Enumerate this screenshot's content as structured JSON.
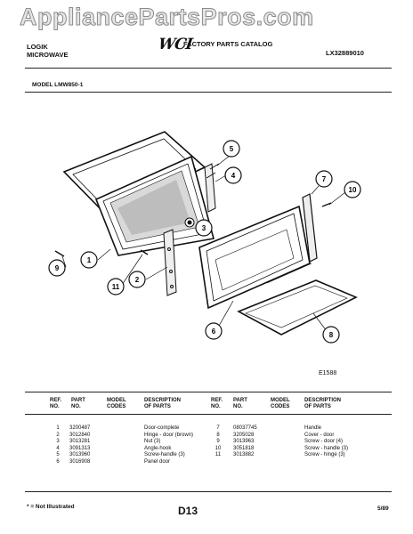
{
  "watermark": "AppliancePartsPros.com",
  "header": {
    "brand": "LOGIK",
    "product": "MICROWAVE",
    "logo": "WCI",
    "catalog_title": "FACTORY PARTS CATALOG",
    "catalog_number": "LX32889010"
  },
  "model_label": "MODEL LMW850-1",
  "diagram": {
    "callouts": [
      "1",
      "2",
      "3",
      "4",
      "5",
      "6",
      "7",
      "8",
      "9",
      "10",
      "11"
    ],
    "figure_ref": "E1588"
  },
  "parts_table": {
    "headers": {
      "ref_no": [
        "REF.",
        "NO."
      ],
      "part_no": [
        "PART",
        "NO."
      ],
      "model_codes": [
        "MODEL",
        "CODES"
      ],
      "description": [
        "DESCRIPTION",
        "OF PARTS"
      ]
    },
    "left": [
      {
        "ref": "1",
        "part": "3200487",
        "model": "",
        "desc": "Door-complete"
      },
      {
        "ref": "2",
        "part": "3012840",
        "model": "",
        "desc": "Hinge - door (brown)"
      },
      {
        "ref": "3",
        "part": "3013281",
        "model": "",
        "desc": "Nut (3)"
      },
      {
        "ref": "4",
        "part": "3091313",
        "model": "",
        "desc": "Angle-hook"
      },
      {
        "ref": "5",
        "part": "3013960",
        "model": "",
        "desc": "Screw-handle (3)"
      },
      {
        "ref": "6",
        "part": "3016908",
        "model": "",
        "desc": "Panel door"
      }
    ],
    "right": [
      {
        "ref": "7",
        "part": "08037745",
        "model": "",
        "desc": "Handle"
      },
      {
        "ref": "8",
        "part": "3205028",
        "model": "",
        "desc": "Cover - door"
      },
      {
        "ref": "9",
        "part": "3013963",
        "model": "",
        "desc": "Screw - door (4)"
      },
      {
        "ref": "10",
        "part": "3051818",
        "model": "",
        "desc": "Screw - handle (3)"
      },
      {
        "ref": "11",
        "part": "3013882",
        "model": "",
        "desc": "Screw - hinge (3)"
      }
    ]
  },
  "footer": {
    "note": "* = Not Illustrated",
    "page": "D13",
    "date": "5/89"
  }
}
